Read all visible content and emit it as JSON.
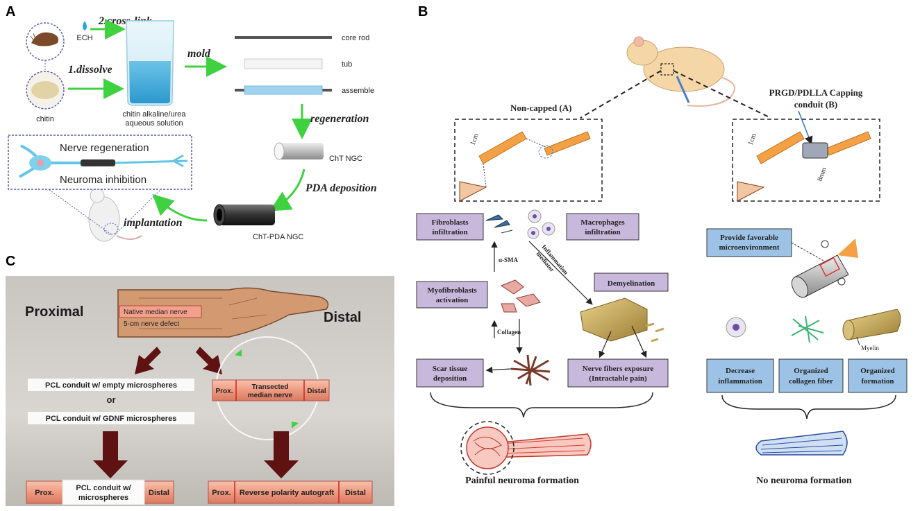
{
  "panels": {
    "a": "A",
    "b": "B",
    "c": "C"
  },
  "panel_a": {
    "ech": "ECH",
    "crosslink": "2.cross-link",
    "dissolve": "1.dissolve",
    "chitin": "chitin",
    "solution_l1": "chitin alkaline/urea",
    "solution_l2": "aqueous solution",
    "mold": "mold",
    "core_rod": "core rod",
    "tub": "tub",
    "assemble": "assemble",
    "regeneration": "regeneration",
    "cht_ngc": "ChT NGC",
    "pda_deposition": "PDA deposition",
    "cht_pda_ngc": "ChT-PDA NGC",
    "implantation": "implantation",
    "nerve_regeneration": "Nerve regeneration",
    "neuroma_inhibition": "Neuroma inhibition"
  },
  "panel_b": {
    "non_capped": "Non-capped (A)",
    "capping_l1": "PRGD/PDLLA Capping",
    "capping_l2": "conduit (B)",
    "one_cm_left": "1cm",
    "one_cm_right": "1cm",
    "eight_mm": "8mm",
    "fibro_l1": "Fibroblasts",
    "fibro_l2": "infiltration",
    "macro_l1": "Macrophages",
    "macro_l2": "infiltration",
    "alpha_sma": "α-SMA",
    "infl_l1": "Inflammation",
    "infl_l2": "mediator",
    "myo_l1": "Myofibroblasts",
    "myo_l2": "activation",
    "demyelination": "Demyelination",
    "collagen": "Collagen",
    "scar_l1": "Scar tissue",
    "scar_l2": "deposition",
    "nerve_exp_l1": "Nerve fibers exposure",
    "nerve_exp_l2": "(Intractable pain)",
    "painful": "Painful neuroma formation",
    "provide_l1": "Provide favorable",
    "provide_l2": "microenvironment",
    "myelin": "Myelin",
    "decrease_l1": "Decrease",
    "decrease_l2": "inflammation",
    "organized_l1": "Organized",
    "organized_l2": "collagen fiber",
    "formation_l1": "Organized",
    "formation_l2": "formation",
    "no_neuroma": "No neuroma formation"
  },
  "panel_c": {
    "proximal": "Proximal",
    "distal": "Distal",
    "native": "Native median nerve",
    "defect": "5-cm nerve defect",
    "empty": "PCL conduit w/ empty microspheres",
    "or": "or",
    "gdnf": "PCL conduit w/ GDNF microspheres",
    "prox1": "Prox.",
    "transected_l1": "Transected",
    "transected_l2": "median nerve",
    "distal1": "Distal",
    "prox2": "Prox.",
    "pcl_l1": "PCL conduit w/",
    "pcl_l2": "microspheres",
    "distal2": "Distal",
    "prox3": "Prox.",
    "reverse": "Reverse polarity autograft",
    "distal3": "Distal"
  },
  "colors": {
    "arrow_green": "#3fd13f",
    "purple_box": "#c8b8dc",
    "blue_box": "#9cc3e6",
    "dark_red_arrow": "#5e1212",
    "salmon_nerve": "#f0a58a",
    "orange_nerve": "#f4a045"
  }
}
